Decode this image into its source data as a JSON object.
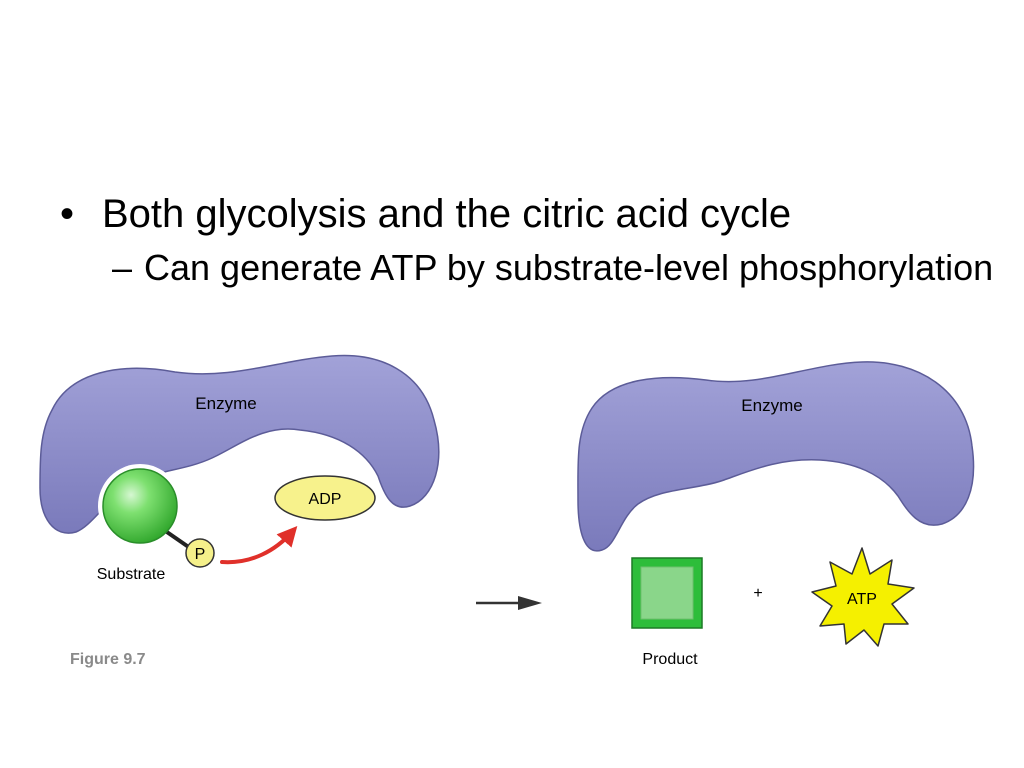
{
  "slide": {
    "bullet_main": "Both glycolysis and the citric acid cycle",
    "bullet_sub": "Can generate ATP by substrate-level phosphorylation",
    "bullet_mark": "•",
    "sub_mark": "–"
  },
  "diagram": {
    "enzyme_left_label": "Enzyme",
    "enzyme_right_label": "Enzyme",
    "substrate_label": "Substrate",
    "phosphate_label": "P",
    "adp_label": "ADP",
    "product_label": "Product",
    "plus_sign": "+",
    "atp_label": "ATP",
    "figure_label": "Figure 9.7",
    "colors": {
      "enzyme": "#8c8cc6",
      "enzyme_edge": "#5a5a94",
      "substrate": "#3cc43c",
      "phosphate": "#f5f08a",
      "adp": "#f7f28c",
      "atp": "#f5f000",
      "product": "#2dbd3a",
      "reaction_arrow": "#e0302a"
    }
  }
}
